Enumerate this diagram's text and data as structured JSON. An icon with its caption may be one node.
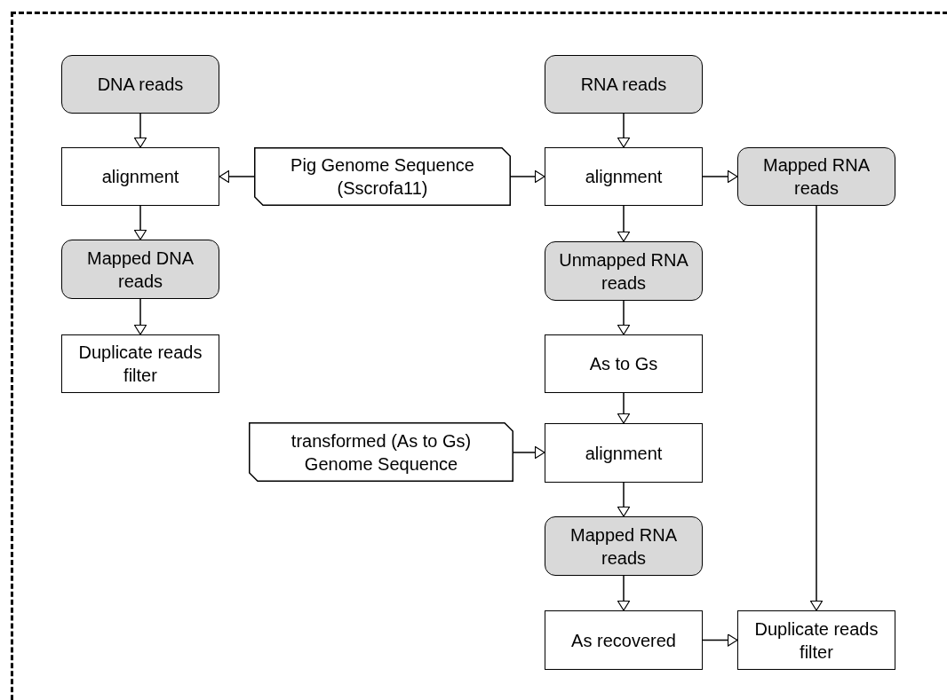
{
  "diagram": {
    "nodes": [
      {
        "text": [
          "DNA reads"
        ]
      },
      {
        "text": [
          "RNA reads"
        ]
      },
      {
        "text": [
          "alignment"
        ]
      },
      {
        "text": [
          "Pig Genome Sequence (Sscrofa11)"
        ]
      },
      {
        "text": [
          "alignment"
        ]
      },
      {
        "text": [
          "Mapped RNA reads"
        ]
      },
      {
        "text": [
          "Mapped DNA reads"
        ]
      },
      {
        "text": [
          "Unmapped RNA reads"
        ]
      },
      {
        "text": [
          "Duplicate reads filter"
        ]
      },
      {
        "text": [
          "As to Gs"
        ]
      },
      {
        "text": [
          "transformed (As to Gs) Genome Sequence"
        ]
      },
      {
        "text": [
          "alignment"
        ]
      },
      {
        "text": [
          "Mapped RNA reads"
        ]
      },
      {
        "text": [
          "As recovered"
        ]
      },
      {
        "text": [
          "Duplicate reads filter"
        ]
      }
    ],
    "edges": [
      {
        "from": 0,
        "to": 2,
        "arrow": "to"
      },
      {
        "from": 3,
        "to": 2,
        "arrow": "to"
      },
      {
        "from": 1,
        "to": 4,
        "arrow": "to"
      },
      {
        "from": 3,
        "to": 4,
        "arrow": "to"
      },
      {
        "from": 4,
        "to": 5,
        "arrow": "to"
      },
      {
        "from": 2,
        "to": 6,
        "arrow": "to"
      },
      {
        "from": 4,
        "to": 7,
        "arrow": "to"
      },
      {
        "from": 6,
        "to": 8,
        "arrow": "to"
      },
      {
        "from": 7,
        "to": 9,
        "arrow": "to"
      },
      {
        "from": 9,
        "to": 11,
        "arrow": "to"
      },
      {
        "from": 10,
        "to": 11,
        "arrow": "to"
      },
      {
        "from": 11,
        "to": 12,
        "arrow": "to"
      },
      {
        "from": 12,
        "to": 13,
        "arrow": "to"
      },
      {
        "from": 5,
        "to": 14,
        "arrow": "to"
      },
      {
        "from": 13,
        "to": 14,
        "arrow": "to"
      }
    ]
  }
}
